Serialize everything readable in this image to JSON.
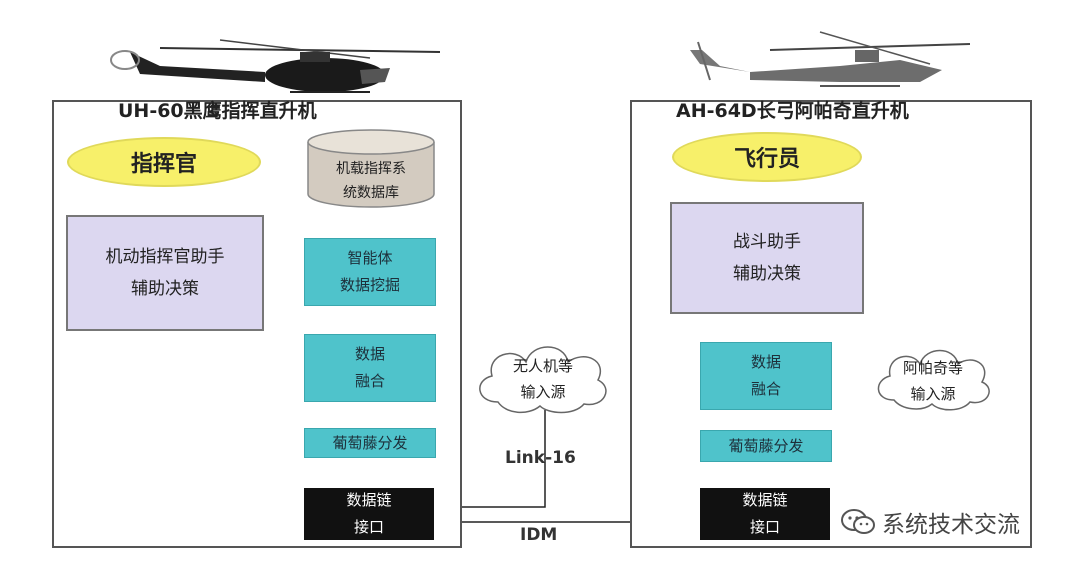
{
  "left": {
    "title": "UH-60黑鹰指挥直升机",
    "commander": "指挥官",
    "database_line1": "机载指挥系",
    "database_line2": "统数据库",
    "assistant_line1": "机动指挥官助手",
    "assistant_line2": "辅助决策",
    "mining_line1": "智能体",
    "mining_line2": "数据挖掘",
    "fusion_line1": "数据",
    "fusion_line2": "融合",
    "distribution": "葡萄藤分发",
    "datalink_line1": "数据链",
    "datalink_line2": "接口"
  },
  "right": {
    "title": "AH-64D长弓阿帕奇直升机",
    "pilot": "飞行员",
    "assistant_line1": "战斗助手",
    "assistant_line2": "辅助决策",
    "fusion_line1": "数据",
    "fusion_line2": "融合",
    "distribution": "葡萄藤分发",
    "datalink_line1": "数据链",
    "datalink_line2": "接口"
  },
  "clouds": {
    "uav_line1": "无人机等",
    "uav_line2": "输入源",
    "apache_line1": "阿帕奇等",
    "apache_line2": "输入源"
  },
  "links": {
    "link16": "Link-16",
    "idm": "IDM"
  },
  "watermark": "系统技术交流",
  "icons": [
    "helicopter-uh60-icon",
    "helicopter-ah64-icon",
    "wechat-icon"
  ]
}
